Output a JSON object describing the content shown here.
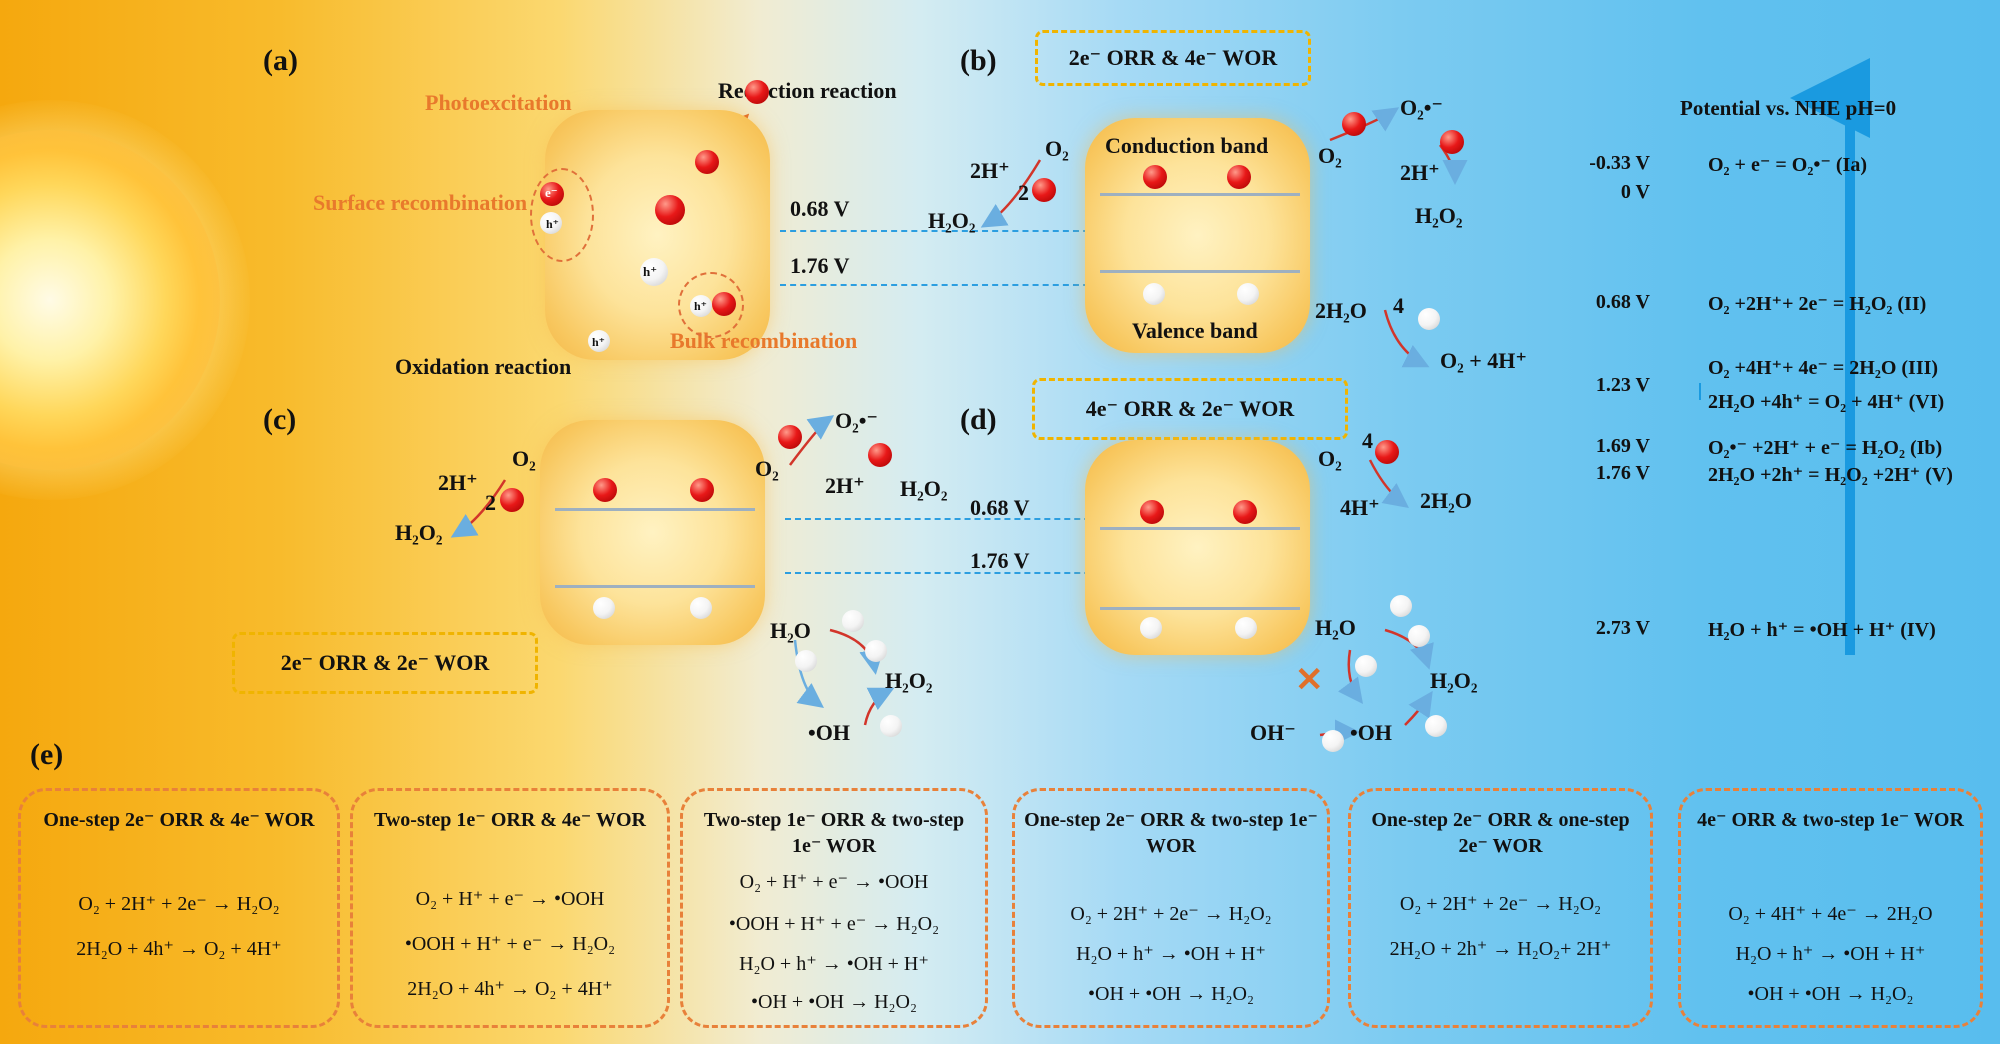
{
  "panels": {
    "a": "(a)",
    "b": "(b)",
    "c": "(c)",
    "d": "(d)",
    "e": "(e)"
  },
  "panel_a": {
    "photoexcitation": "Photoexcitation",
    "reduction": "Reduction reaction",
    "surface_recomb": "Surface recombination",
    "bulk_recomb": "Bulk recombination",
    "oxidation": "Oxidation reaction",
    "v068": "0.68 V",
    "v176": "1.76 V",
    "e": "e⁻",
    "h": "h⁺"
  },
  "panel_b": {
    "title": "2e⁻ ORR & 4e⁻ WOR",
    "cb": "Conduction band",
    "vb": "Valence band",
    "o2": "O₂",
    "h": "2H⁺",
    "two": "2",
    "h2o2": "H₂O₂",
    "o2_right": "O₂",
    "o2rad": "O₂•⁻",
    "h_right": "2H⁺",
    "h2o2_right": "H₂O₂",
    "h2o": "2H₂O",
    "four": "4",
    "product": "O₂ + 4H⁺"
  },
  "panel_c": {
    "title": "2e⁻ ORR & 2e⁻ WOR",
    "o2": "O₂",
    "h": "2H⁺",
    "two": "2",
    "h2o2": "H₂O₂",
    "o2_right": "O₂",
    "o2rad": "O₂•⁻",
    "h_right": "2H⁺",
    "h2o2_right": "H₂O₂",
    "v068": "0.68 V",
    "v176": "1.76 V",
    "h2o": "H₂O",
    "h2o2_wor": "H₂O₂",
    "oh": "•OH"
  },
  "panel_d": {
    "title": "4e⁻ ORR & 2e⁻ WOR",
    "o2": "O₂",
    "four": "4",
    "h": "4H⁺",
    "h2o": "2H₂O",
    "h2o_wor": "H₂O",
    "h2o2": "H₂O₂",
    "ohm": "OH⁻",
    "oh": "•OH",
    "cross": "✕"
  },
  "potential": {
    "title": "Potential vs. NHE pH=0",
    "rows": [
      {
        "v": "-0.33 V",
        "eq": "O₂ + e⁻ = O₂•⁻ (Ia)"
      },
      {
        "v": "0 V",
        "eq": ""
      },
      {
        "v": "0.68 V",
        "eq": "O₂ +2H⁺+ 2e⁻ = H₂O₂ (II)"
      },
      {
        "v": "1.23 V",
        "eq": "O₂ +4H⁺+ 4e⁻ = 2H₂O (III)",
        "eq2": "2H₂O +4h⁺ = O₂ + 4H⁺ (VI)"
      },
      {
        "v": "1.69 V",
        "eq": "O₂•⁻ +2H⁺ + e⁻ = H₂O₂ (Ib)"
      },
      {
        "v": "1.76 V",
        "eq": "2H₂O +2h⁺ = H₂O₂ +2H⁺ (V)"
      },
      {
        "v": "2.73 V",
        "eq": "H₂O + h⁺ = •OH + H⁺ (IV)"
      }
    ]
  },
  "cards": [
    {
      "title": "One-step 2e⁻ ORR & 4e⁻ WOR",
      "lines": [
        "O₂ + 2H⁺ + 2e⁻ → H₂O₂",
        "2H₂O + 4h⁺ → O₂ + 4H⁺"
      ]
    },
    {
      "title": "Two-step 1e⁻ ORR & 4e⁻ WOR",
      "lines": [
        "O₂ + H⁺ + e⁻ → •OOH",
        "•OOH + H⁺ + e⁻ → H₂O₂",
        "2H₂O + 4h⁺ → O₂ + 4H⁺"
      ]
    },
    {
      "title": "Two-step 1e⁻ ORR & two-step 1e⁻ WOR",
      "lines": [
        "O₂ + H⁺ + e⁻ → •OOH",
        "•OOH + H⁺ + e⁻ → H₂O₂",
        "H₂O + h⁺ → •OH + H⁺",
        "•OH + •OH → H₂O₂"
      ]
    },
    {
      "title": "One-step 2e⁻ ORR & two-step 1e⁻ WOR",
      "lines": [
        "O₂ + 2H⁺ + 2e⁻ → H₂O₂",
        "H₂O + h⁺ → •OH + H⁺",
        "•OH + •OH → H₂O₂"
      ]
    },
    {
      "title": "One-step 2e⁻ ORR & one-step 2e⁻ WOR",
      "lines": [
        "O₂ + 2H⁺ + 2e⁻ → H₂O₂",
        "2H₂O + 2h⁺ → H₂O₂+ 2H⁺"
      ]
    },
    {
      "title": "4e⁻ ORR & two-step 1e⁻ WOR",
      "lines": [
        "O₂ + 4H⁺ + 4e⁻ → 2H₂O",
        "H₂O + h⁺ → •OH + H⁺",
        "•OH + •OH → H₂O₂"
      ]
    }
  ],
  "colors": {
    "electron": "#e81818",
    "hole": "#ffffff",
    "dashed_box": "#f0b400",
    "card_border": "#e8813a",
    "axis": "#1a9ae0"
  }
}
